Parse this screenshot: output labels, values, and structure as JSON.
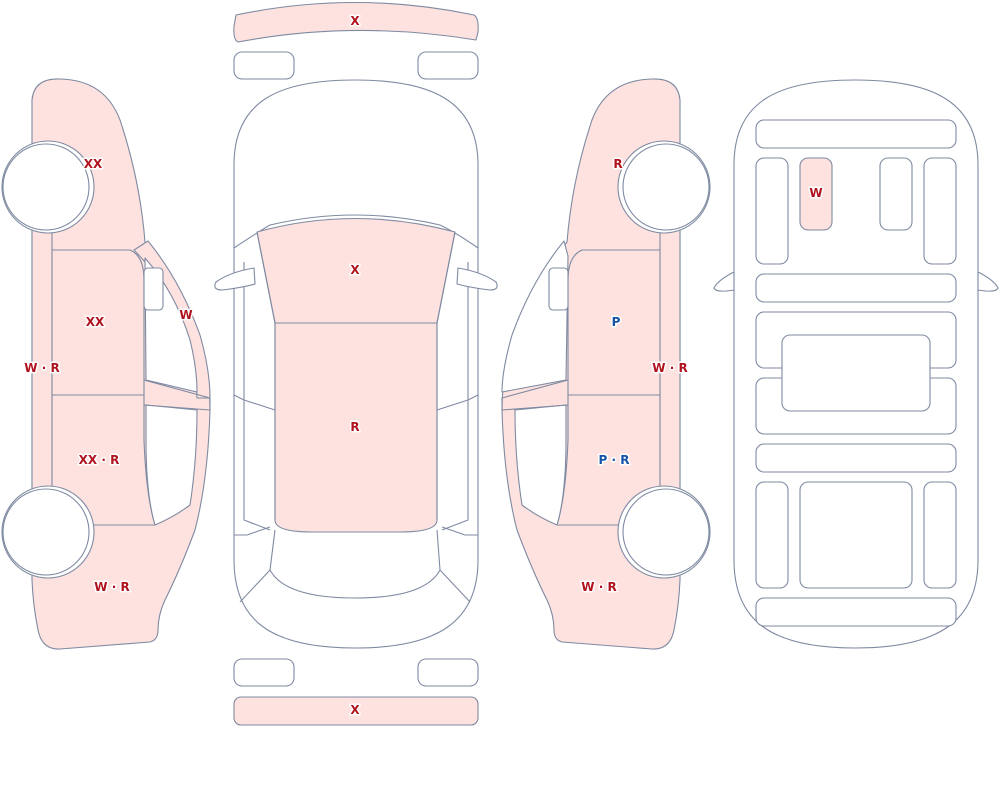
{
  "colors": {
    "damaged_fill": "#fde2e0",
    "outline": "#7f8aa1",
    "label_red": "#b0131e",
    "label_blue": "#1553a8"
  },
  "labels": {
    "front_bumper": "X",
    "hood": "X",
    "roof": "R",
    "rear_bumper": "X",
    "left_front_fender": "XX",
    "left_front_door": "XX",
    "left_windshield_pillar": "W",
    "left_rocker": "W · R",
    "left_rear_door": "XX · R",
    "left_rear_quarter": "W · R",
    "right_front_fender": "R",
    "right_front_door": "P",
    "right_rocker": "W · R",
    "right_rear_door": "P · R",
    "right_rear_quarter": "W · R",
    "underbody_panel": "W"
  }
}
